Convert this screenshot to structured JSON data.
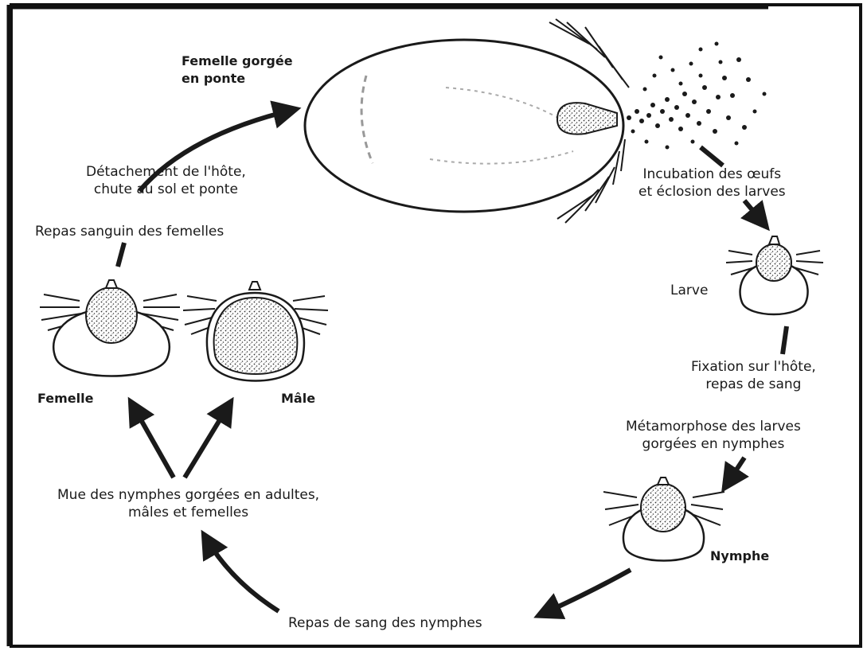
{
  "diagram": {
    "nodes": {
      "engorged_female": {
        "line1": "Femelle gorgée",
        "line2": "en ponte"
      },
      "larva": {
        "label": "Larve"
      },
      "nymph": {
        "label": "Nymphe"
      },
      "female": {
        "label": "Femelle"
      },
      "male": {
        "label": "Mâle"
      }
    },
    "steps": {
      "incubation": {
        "line1": "Incubation des œufs",
        "line2": "et éclosion des larves"
      },
      "fixation": {
        "line1": "Fixation sur l'hôte,",
        "line2": "repas de sang"
      },
      "metamorphosis": {
        "line1": "Métamorphose des larves",
        "line2": "gorgées en nymphes"
      },
      "nymph_meal": {
        "label": "Repas de sang des nymphes"
      },
      "molt": {
        "line1": "Mue des nymphes gorgées en adultes,",
        "line2": "mâles et femelles"
      },
      "female_meal": {
        "label": "Repas sanguin des femelles"
      },
      "detachment": {
        "line1": "Détachement de l'hôte,",
        "line2": "chute au sol et ponte"
      }
    },
    "colors": {
      "ink": "#1a1a1a",
      "background": "#ffffff",
      "body_fill": "#ffffff",
      "stipple": "#c8c8c8"
    }
  }
}
